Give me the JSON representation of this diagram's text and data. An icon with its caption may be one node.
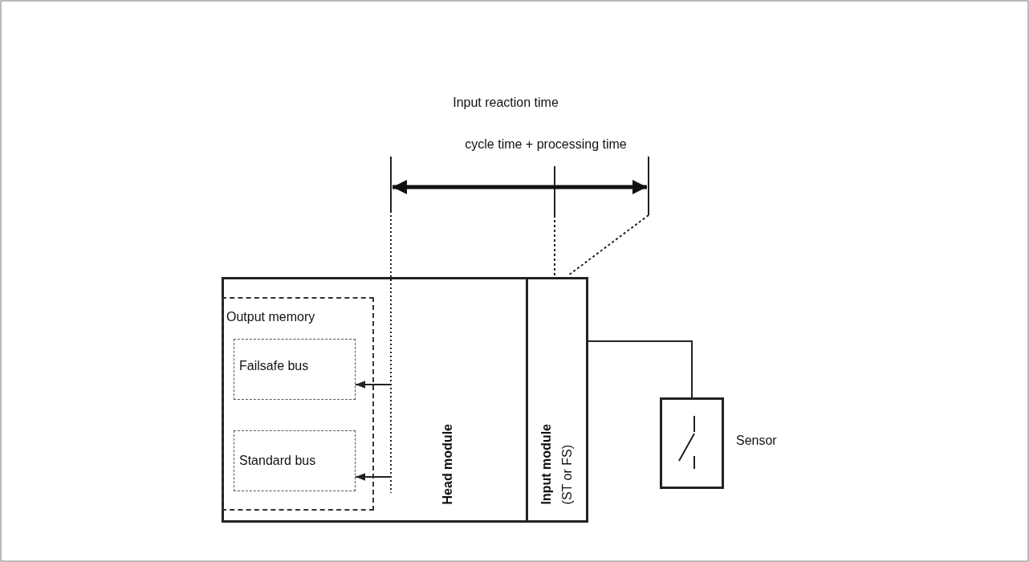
{
  "diagram": {
    "nodes": [
      {
        "text": [
          "Head module"
        ]
      },
      {
        "text": [
          "Output memory"
        ],
        "in": 0
      },
      {
        "text": [
          "Failsafe bus"
        ],
        "in": 1
      },
      {
        "text": [
          "Standard bus"
        ],
        "in": 1
      },
      {
        "text": [
          "Input module",
          "(ST or FS)"
        ]
      },
      {
        "text": [],
        "shape": "box",
        "beside": [
          "Sensor"
        ]
      }
    ],
    "edges": [
      {
        "from": null,
        "to": 2,
        "arrow": "to"
      },
      {
        "from": null,
        "to": 3,
        "arrow": "to"
      },
      {
        "from": 5,
        "to": 4,
        "arrow": "none"
      }
    ],
    "labels": [
      "Input reaction time",
      "cycle time + processing time"
    ]
  }
}
